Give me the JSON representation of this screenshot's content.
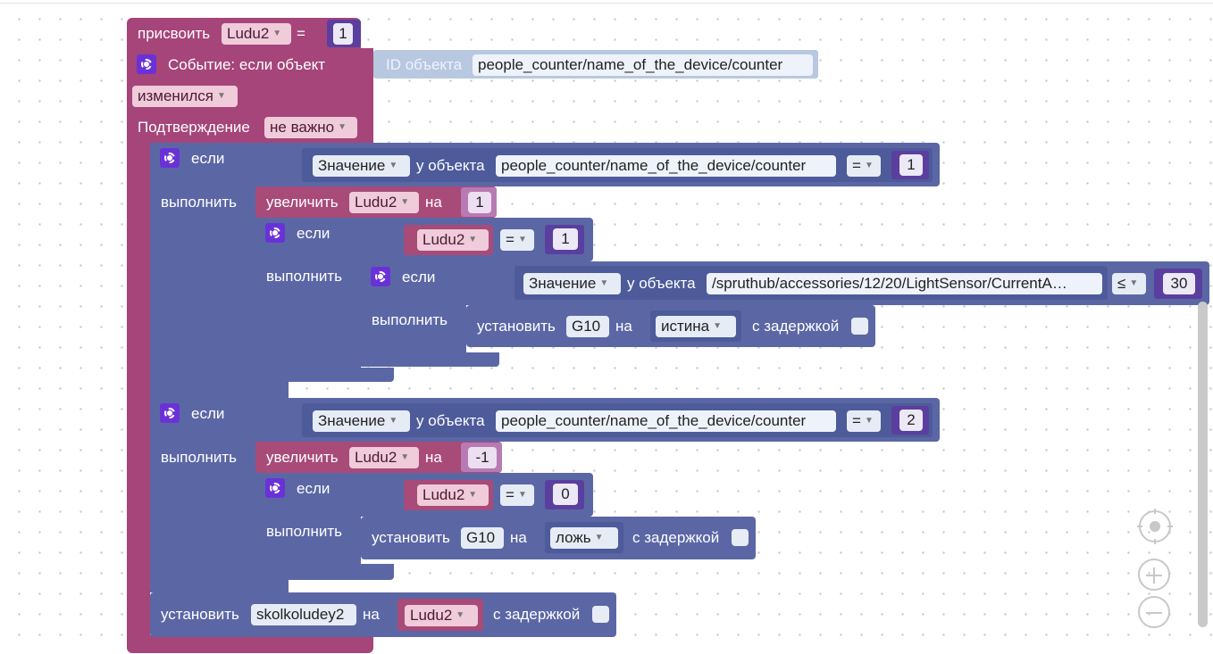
{
  "assign": {
    "label": "присвоить",
    "var": "Ludu2",
    "eq": "=",
    "value": "1"
  },
  "trigger": {
    "label": "Событие: если объект",
    "id_label": "ID объекта",
    "object_id": "people_counter/name_of_the_device/counter",
    "change_option": "изменился",
    "confirm_label": "Подтверждение",
    "confirm_option": "не важно"
  },
  "if1": {
    "if_label": "если",
    "do_label": "выполнить",
    "value_option": "Значение",
    "of_object": "у объекта",
    "object_id": "people_counter/name_of_the_device/counter",
    "op": "=",
    "compare": "1",
    "increment": {
      "label": "увеличить",
      "var": "Ludu2",
      "by": "на",
      "value": "1"
    },
    "inner_if": {
      "if_label": "если",
      "do_label": "выполнить",
      "var": "Ludu2",
      "op": "=",
      "value": "1"
    },
    "inner_if2": {
      "if_label": "если",
      "do_label": "выполнить",
      "value_option": "Значение",
      "of_object": "у объекта",
      "object_id": "/spruthub/accessories/12/20/LightSensor/CurrentA…",
      "op": "≤",
      "compare": "30"
    },
    "set": {
      "label": "установить",
      "target": "G10",
      "to": "на",
      "value": "истина",
      "delay_label": "с задержкой"
    }
  },
  "if2": {
    "if_label": "если",
    "do_label": "выполнить",
    "value_option": "Значение",
    "of_object": "у объекта",
    "object_id": "people_counter/name_of_the_device/counter",
    "op": "=",
    "compare": "2",
    "increment": {
      "label": "увеличить",
      "var": "Ludu2",
      "by": "на",
      "value": "-1"
    },
    "inner_if": {
      "if_label": "если",
      "do_label": "выполнить",
      "var": "Ludu2",
      "op": "=",
      "value": "0"
    },
    "set": {
      "label": "установить",
      "target": "G10",
      "to": "на",
      "value": "ложь",
      "delay_label": "с задержкой"
    }
  },
  "final_set": {
    "label": "установить",
    "target": "skolkoludey2",
    "to": "на",
    "var": "Ludu2",
    "delay_label": "с задержкой"
  },
  "icons": [
    "gear-icon",
    "recenter-icon",
    "zoom-in-icon",
    "zoom-out-icon"
  ]
}
